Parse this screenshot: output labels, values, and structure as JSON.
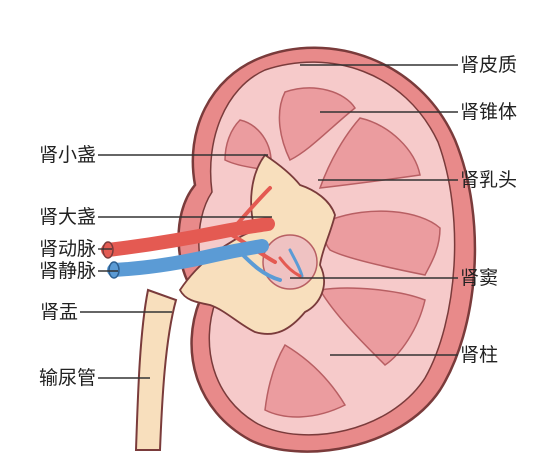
{
  "labels": {
    "cortex": "肾皮质",
    "pyramid": "肾锥体",
    "papilla": "肾乳头",
    "sinus": "肾窦",
    "column": "肾柱",
    "minor_calyx": "肾小盏",
    "major_calyx": "肾大盏",
    "artery": "肾动脉",
    "vein": "肾静脉",
    "pelvis": "肾盂",
    "ureter": "输尿管"
  },
  "colors": {
    "capsule": "#e88a8a",
    "cortex": "#f6caca",
    "pyramid": "#eb9c9f",
    "pelvis": "#f8dfbd",
    "artery": "#e45a52",
    "vein": "#5b9bd5",
    "outline": "#7a3b3b"
  }
}
